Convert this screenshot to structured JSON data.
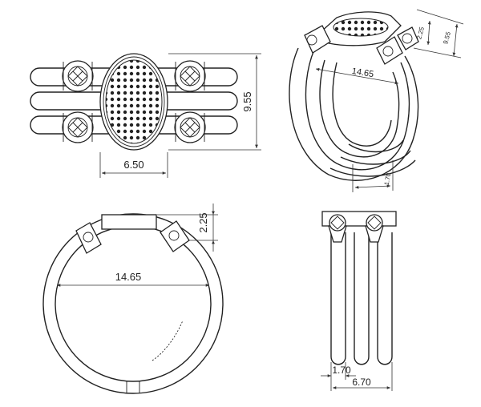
{
  "drawing": {
    "dimensions": {
      "top_width": "6.50",
      "top_height": "9.55",
      "front_inner_diameter": "14.65",
      "front_head_height": "2.25",
      "side_band_width": "1.70",
      "side_total_width": "6.70",
      "persp_inner_diameter": "14.65",
      "persp_small_a": "2.25",
      "persp_small_b": "1.70",
      "persp_small_c": "9.55"
    }
  }
}
